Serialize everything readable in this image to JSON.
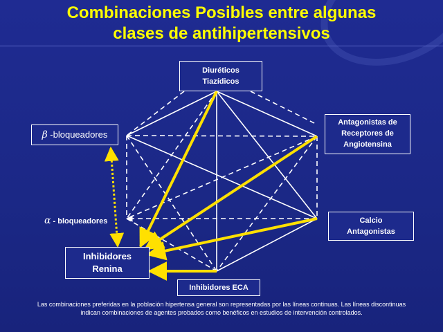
{
  "title": {
    "line1": "Combinaciones Posibles entre algunas",
    "line2": "clases de antihipertensivos"
  },
  "nodes": {
    "diureticos": [
      "Diuréticos",
      "Tiazídicos"
    ],
    "beta": {
      "symbol": "β",
      "text": "-bloqueadores"
    },
    "ara": [
      "Antagonistas de",
      "Receptores de",
      "Angiotensina"
    ],
    "alfa": {
      "symbol": "α",
      "text": "- bloqueadores"
    },
    "calcio": [
      "Calcio",
      "Antagonistas"
    ],
    "renina": [
      "Inhibidores",
      "Renina"
    ],
    "eca": "Inhibidores ECA"
  },
  "footnote": {
    "line1": "Las combinaciones preferidas en la población hipertensa general son representadas por las líneas continuas. Las líneas discontinuas",
    "line2": "indican combinaciones de agentes probados como benéficos en estudios de intervención controlados."
  },
  "colors": {
    "background": "#1d2a8c",
    "title": "#ffff00",
    "line": "#ffffff",
    "highlight": "#ffe000"
  }
}
